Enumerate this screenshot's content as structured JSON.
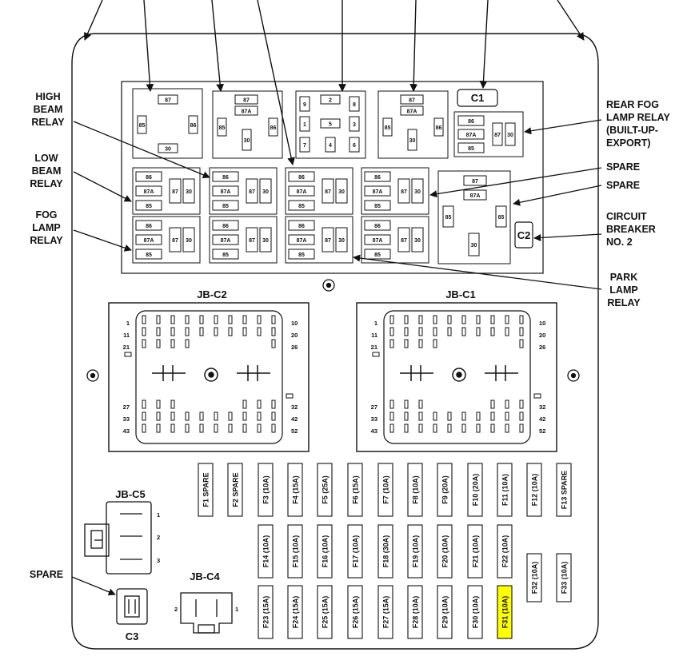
{
  "callouts": {
    "high_beam": [
      "HIGH",
      "BEAM",
      "RELAY"
    ],
    "low_beam": [
      "LOW",
      "BEAM",
      "RELAY"
    ],
    "fog_lamp": [
      "FOG",
      "LAMP",
      "RELAY"
    ],
    "rear_fog": [
      "REAR FOG",
      "LAMP RELAY",
      "(BUILT-UP-",
      "EXPORT)"
    ],
    "spare_1": [
      "SPARE"
    ],
    "spare_2": [
      "SPARE"
    ],
    "circuit_breaker": [
      "CIRCUIT",
      "BREAKER",
      "NO. 2"
    ],
    "park_lamp": [
      "PARK",
      "LAMP",
      "RELAY"
    ],
    "spare_c3": [
      "SPARE"
    ]
  },
  "labels": {
    "c1": "C1",
    "c2": "C2",
    "jb_c1": "JB-C1",
    "jb_c2": "JB-C2",
    "jb_c4": "JB-C4",
    "jb_c5": "JB-C5",
    "c3": "C3"
  },
  "small_relay_pins": {
    "a": "86",
    "b": "87A",
    "c": "85",
    "d": "87",
    "e": "30"
  },
  "large_relay_pins": {
    "top": "87",
    "mid": "87A",
    "left": "85",
    "right": "86",
    "bottom": "30"
  },
  "mini_relay_pins": [
    "9",
    "2",
    "8",
    "1",
    "5",
    "3",
    "7",
    "4",
    "6"
  ],
  "connector_pins": {
    "row1_left": "1",
    "row2_left": "11",
    "row3_left": "21",
    "row1_right": "10",
    "row2_right": "20",
    "row3_right": "26",
    "row4_left": "27",
    "row5_left": "33",
    "row6_left": "43",
    "row4_right": "32",
    "row5_right": "42",
    "row6_right": "52"
  },
  "jb_c5_pins": [
    "1",
    "2",
    "3"
  ],
  "jb_c4_pins": [
    "2",
    "1"
  ],
  "fuses_row1": [
    "F1 SPARE",
    "F2 SPARE",
    "F3 (10A)",
    "F4 (15A)",
    "F5 (25A)",
    "F6 (15A)",
    "F7 (10A)",
    "F8 (10A)",
    "F9 (20A)",
    "F10 (20A)",
    "F11 (10A)",
    "F12 (10A)",
    "F13 SPARE"
  ],
  "fuses_row2": [
    "F14 (10A)",
    "F15 (10A)",
    "F16 (10A)",
    "F17 (10A)",
    "F18 (30A)",
    "F19 (10A)",
    "F20 (10A)",
    "F21 (10A)",
    "F22 (10A)"
  ],
  "fuses_row3": [
    "F23 (15A)",
    "F24 (15A)",
    "F25 (15A)",
    "F26 (15A)",
    "F27 (15A)",
    "F28 (10A)",
    "F29 (10A)",
    "F30 (10A)",
    "F31 (10A)"
  ],
  "fuses_side": [
    "F32 (10A)",
    "F33 (10A)"
  ],
  "highlight_color": "#ffff00"
}
